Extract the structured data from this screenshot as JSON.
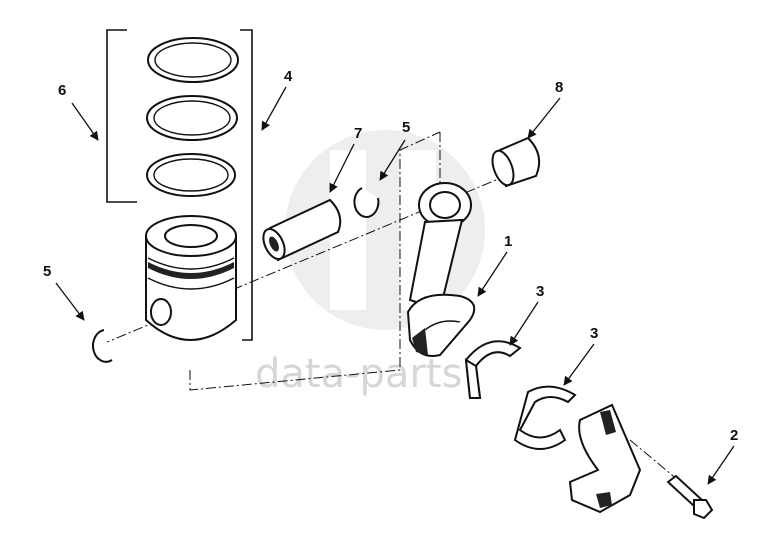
{
  "watermark": {
    "text": "data-parts",
    "color": "#c9c9c9"
  },
  "callouts": [
    {
      "id": "callout-6",
      "label": "6"
    },
    {
      "id": "callout-4",
      "label": "4"
    },
    {
      "id": "callout-7",
      "label": "7"
    },
    {
      "id": "callout-5-top",
      "label": "5"
    },
    {
      "id": "callout-8",
      "label": "8"
    },
    {
      "id": "callout-1",
      "label": "1"
    },
    {
      "id": "callout-5-left",
      "label": "5"
    },
    {
      "id": "callout-3-upper",
      "label": "3"
    },
    {
      "id": "callout-3-lower",
      "label": "3"
    },
    {
      "id": "callout-2",
      "label": "2"
    }
  ],
  "parts": [
    {
      "callout": "1",
      "icon": "connecting-rod-icon"
    },
    {
      "callout": "2",
      "icon": "rod-bolt-icon"
    },
    {
      "callout": "3",
      "icon": "bearing-shell-icon"
    },
    {
      "callout": "4",
      "icon": "piston-icon"
    },
    {
      "callout": "5",
      "icon": "snap-ring-icon"
    },
    {
      "callout": "6",
      "icon": "piston-ring-set-icon"
    },
    {
      "callout": "7",
      "icon": "piston-pin-icon"
    },
    {
      "callout": "8",
      "icon": "bushing-icon"
    }
  ]
}
